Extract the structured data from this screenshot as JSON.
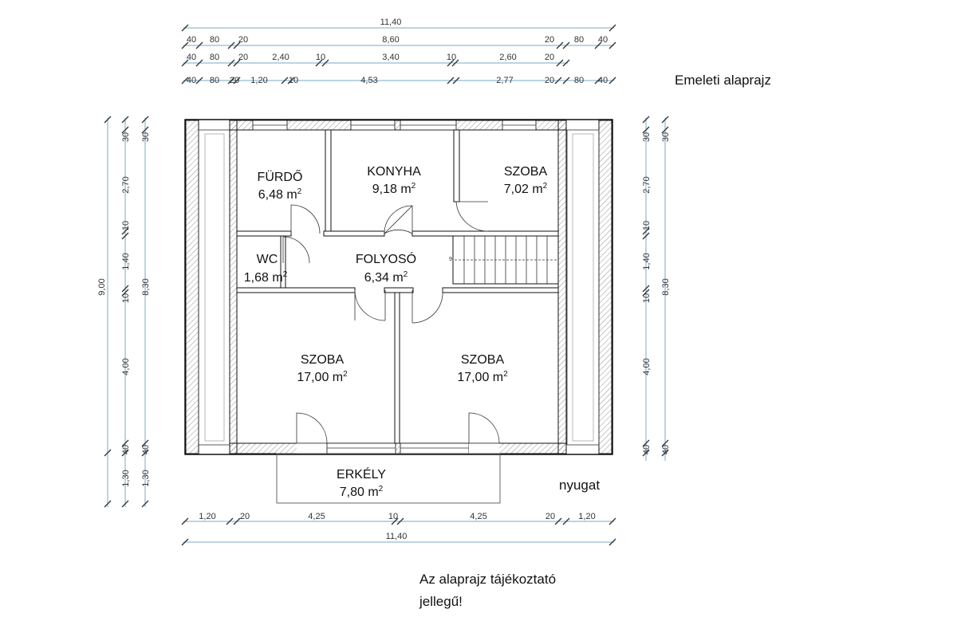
{
  "title": "Emeleti alaprajz",
  "orientation_label": "nyugat",
  "note_lines": [
    "Az alaprajz tájékoztató",
    "jellegű!"
  ],
  "rooms": {
    "furdo": {
      "name": "FÜRDŐ",
      "area": "6,48 m"
    },
    "konyha": {
      "name": "KONYHA",
      "area": "9,18 m"
    },
    "szoba_small": {
      "name": "SZOBA",
      "area": "7,02 m"
    },
    "wc": {
      "name": "WC",
      "area": "1,68 m"
    },
    "folyoso": {
      "name": "FOLYOSÓ",
      "area": "6,34 m"
    },
    "szoba_left": {
      "name": "SZOBA",
      "area": "17,00 m"
    },
    "szoba_right": {
      "name": "SZOBA",
      "area": "17,00 m"
    },
    "erkely": {
      "name": "ERKÉLY",
      "area": "7,80 m"
    }
  },
  "area_unit_sup": "2",
  "dimensions": {
    "top_total": "11,40",
    "top_row1": [
      "40",
      "80",
      "20",
      "8,60",
      "20",
      "80",
      "40"
    ],
    "top_row2": [
      "40",
      "80",
      "20",
      "2,40",
      "10",
      "3,40",
      "10",
      "2,60",
      "20"
    ],
    "top_row3": [
      "40",
      "80",
      "20",
      "1,20",
      "10",
      "4,53",
      "2,77",
      "20",
      "80",
      "40"
    ],
    "bottom_row": [
      "1,20",
      "20",
      "4,25",
      "10",
      "4,25",
      "20",
      "1,20"
    ],
    "bottom_total": "11,40",
    "left_total": "9,00",
    "left_col1": [
      "30",
      "2,70",
      "10",
      "1,40",
      "10",
      "4,00",
      "40",
      "1,30"
    ],
    "left_col2": [
      "30",
      "8,30",
      "40",
      "1,30"
    ],
    "right_col1": [
      "30",
      "2,70",
      "10",
      "1,40",
      "10",
      "4,00",
      "40"
    ],
    "right_col2": [
      "30",
      "8,30",
      "40"
    ]
  }
}
